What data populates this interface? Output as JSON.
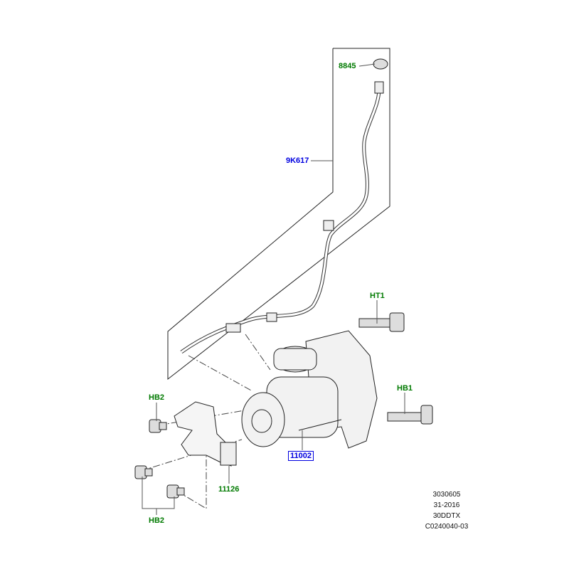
{
  "callouts": {
    "part_8845": "8845",
    "part_9k617": "9K617",
    "part_ht1": "HT1",
    "part_hb1": "HB1",
    "part_hb2_upper": "HB2",
    "part_hb2_lower": "HB2",
    "part_11002": "11002",
    "part_11126": "11126"
  },
  "reference": {
    "line1": "3030605",
    "line2": "31-2016",
    "line3": "30DDTX",
    "line4": "C0240040-03"
  },
  "colors": {
    "green_label": "#007a00",
    "blue_label": "#0000e0"
  }
}
